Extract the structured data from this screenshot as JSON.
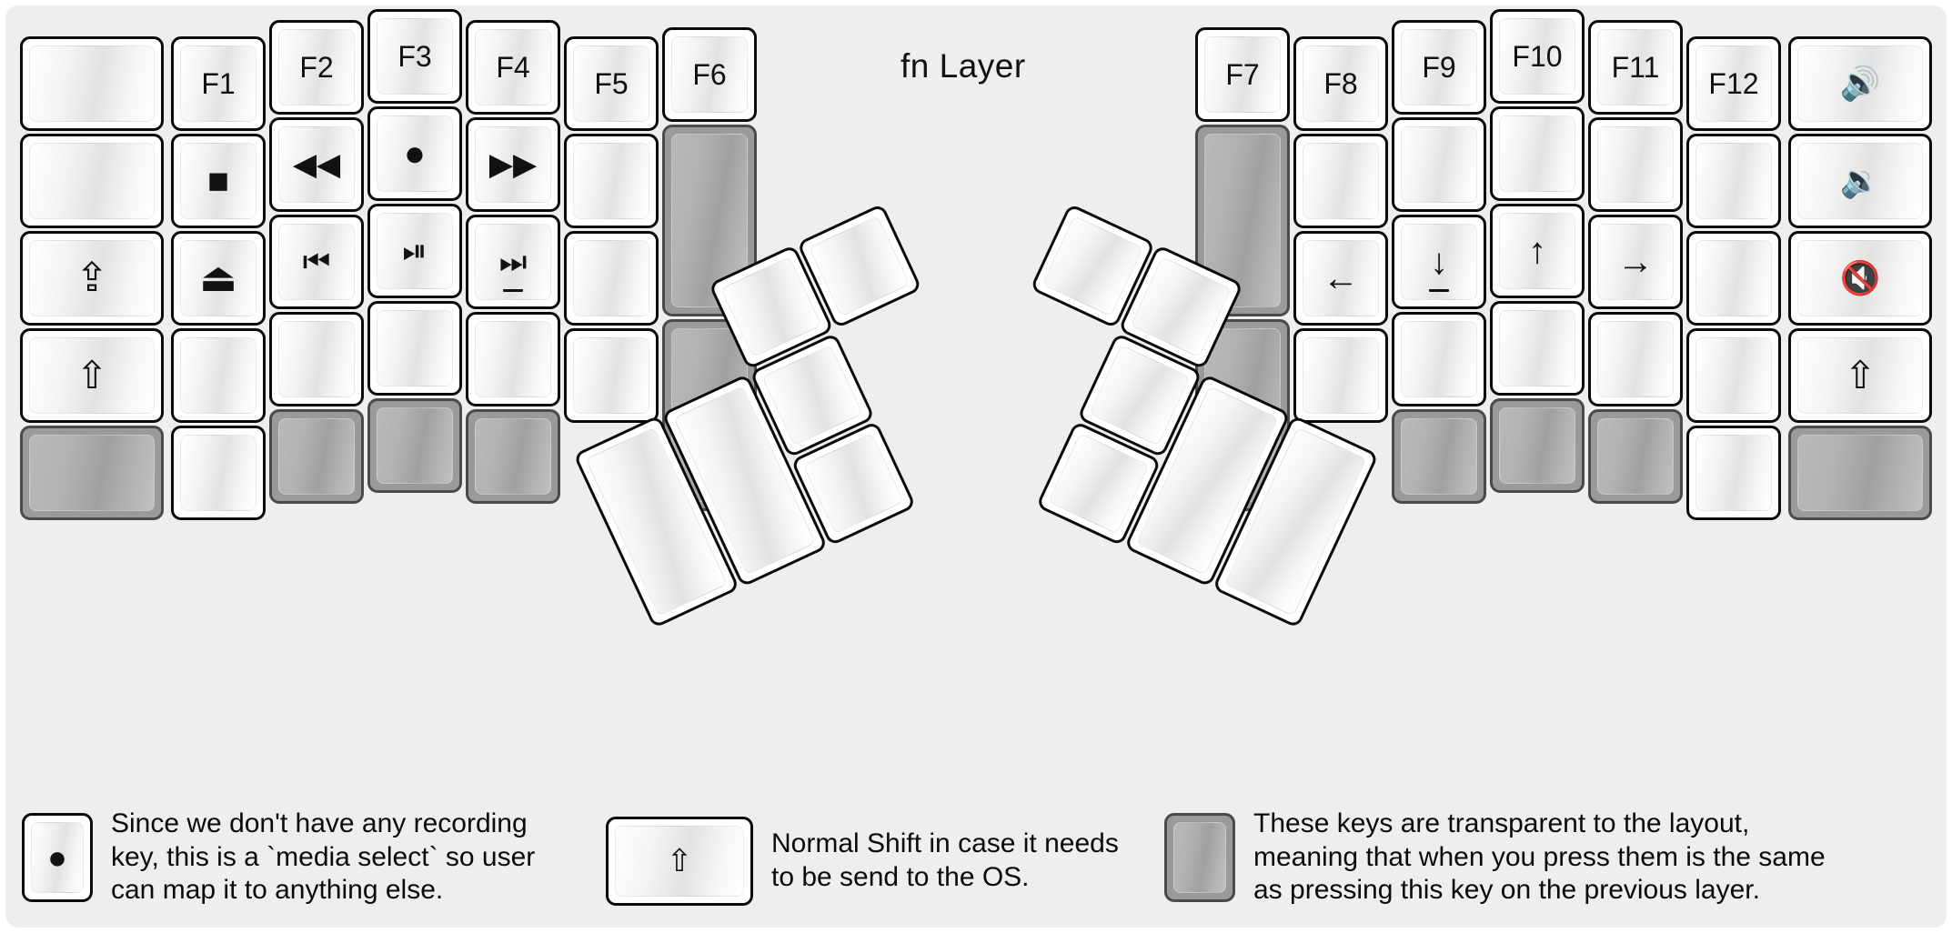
{
  "title": "fn Layer",
  "colors": {
    "background": "#eeeeee",
    "page": "#ffffff",
    "key_fill": "#ffffff",
    "key_border": "#0a0a0a",
    "transparent_key_fill": "#9a9a9a",
    "transparent_key_border": "#4a4a4a",
    "text": "#111111"
  },
  "glyphs": {
    "rewind": "◀◀",
    "fast_forward": "▶▶",
    "record": "●",
    "stop": "■",
    "eject": "⏏",
    "prev_track": "⏮",
    "play_pause": "⏯",
    "next_track": "⏭",
    "caps_lock": "⇪",
    "shift": "⇧",
    "arrow_left": "←",
    "arrow_down": "↓",
    "arrow_up": "↑",
    "arrow_right": "→",
    "volume_up": "🔊",
    "volume_down": "🔉",
    "volume_mute": "🔇"
  },
  "left_half": {
    "columns": [
      {
        "name": "column-outer-left",
        "keys": [
          {
            "label": "",
            "icon": "",
            "transparent": false
          },
          {
            "label": "",
            "icon": "",
            "transparent": false
          },
          {
            "label": "",
            "icon": "caps-lock-icon",
            "transparent": false
          },
          {
            "label": "",
            "icon": "shift-icon",
            "transparent": false
          },
          {
            "label": "",
            "icon": "",
            "transparent": true
          }
        ]
      },
      {
        "name": "column-f1",
        "keys": [
          {
            "label": "F1",
            "icon": "",
            "transparent": false
          },
          {
            "label": "",
            "icon": "stop-icon",
            "transparent": false
          },
          {
            "label": "",
            "icon": "eject-icon",
            "transparent": false
          },
          {
            "label": "",
            "icon": "",
            "transparent": false
          },
          {
            "label": "",
            "icon": "",
            "transparent": false
          }
        ]
      },
      {
        "name": "column-f2",
        "keys": [
          {
            "label": "F2",
            "icon": "",
            "transparent": false
          },
          {
            "label": "",
            "icon": "rewind-icon",
            "transparent": false
          },
          {
            "label": "",
            "icon": "prev-track-icon",
            "transparent": false
          },
          {
            "label": "",
            "icon": "",
            "transparent": false
          },
          {
            "label": "",
            "icon": "",
            "transparent": true
          }
        ]
      },
      {
        "name": "column-f3",
        "keys": [
          {
            "label": "F3",
            "icon": "",
            "transparent": false
          },
          {
            "label": "",
            "icon": "record-icon",
            "transparent": false
          },
          {
            "label": "",
            "icon": "play-pause-icon",
            "transparent": false
          },
          {
            "label": "",
            "icon": "",
            "transparent": false
          },
          {
            "label": "",
            "icon": "",
            "transparent": true
          }
        ]
      },
      {
        "name": "column-f4",
        "keys": [
          {
            "label": "F4",
            "icon": "",
            "transparent": false
          },
          {
            "label": "",
            "icon": "fast-forward-icon",
            "transparent": false
          },
          {
            "label": "",
            "icon": "next-track-icon",
            "transparent": false
          },
          {
            "label": "",
            "icon": "",
            "transparent": false
          },
          {
            "label": "",
            "icon": "",
            "transparent": true
          }
        ]
      },
      {
        "name": "column-f5",
        "keys": [
          {
            "label": "F5",
            "icon": "",
            "transparent": false
          },
          {
            "label": "",
            "icon": "",
            "transparent": false
          },
          {
            "label": "",
            "icon": "",
            "transparent": false
          },
          {
            "label": "",
            "icon": "",
            "transparent": false
          }
        ]
      },
      {
        "name": "column-f6",
        "keys": [
          {
            "label": "F6",
            "icon": "",
            "transparent": false
          },
          {
            "label": "",
            "icon": "",
            "transparent": true
          },
          {
            "label": "",
            "icon": "",
            "transparent": true
          }
        ]
      }
    ],
    "thumb_cluster": {
      "name": "left-thumb-cluster",
      "rotation_deg": -25,
      "keys": [
        {
          "label": "",
          "icon": "",
          "transparent": false,
          "size": "2u-tall"
        },
        {
          "label": "",
          "icon": "",
          "transparent": false,
          "size": "2u-tall"
        },
        {
          "label": "",
          "icon": "",
          "transparent": false,
          "size": "1u"
        },
        {
          "label": "",
          "icon": "",
          "transparent": false,
          "size": "1u"
        },
        {
          "label": "",
          "icon": "",
          "transparent": false,
          "size": "1u"
        },
        {
          "label": "",
          "icon": "",
          "transparent": false,
          "size": "1u"
        }
      ]
    }
  },
  "right_half": {
    "columns": [
      {
        "name": "column-f7",
        "keys": [
          {
            "label": "F7",
            "icon": "",
            "transparent": false
          },
          {
            "label": "",
            "icon": "",
            "transparent": true
          },
          {
            "label": "",
            "icon": "",
            "transparent": true
          }
        ]
      },
      {
        "name": "column-f8",
        "keys": [
          {
            "label": "F8",
            "icon": "",
            "transparent": false
          },
          {
            "label": "",
            "icon": "",
            "transparent": false
          },
          {
            "label": "",
            "icon": "arrow-left-icon",
            "transparent": false
          },
          {
            "label": "",
            "icon": "",
            "transparent": false
          }
        ]
      },
      {
        "name": "column-f9",
        "keys": [
          {
            "label": "F9",
            "icon": "",
            "transparent": false
          },
          {
            "label": "",
            "icon": "",
            "transparent": false
          },
          {
            "label": "",
            "icon": "arrow-down-icon",
            "transparent": false
          },
          {
            "label": "",
            "icon": "",
            "transparent": false
          },
          {
            "label": "",
            "icon": "",
            "transparent": true
          }
        ]
      },
      {
        "name": "column-f10",
        "keys": [
          {
            "label": "F10",
            "icon": "",
            "transparent": false
          },
          {
            "label": "",
            "icon": "",
            "transparent": false
          },
          {
            "label": "",
            "icon": "arrow-up-icon",
            "transparent": false
          },
          {
            "label": "",
            "icon": "",
            "transparent": false
          },
          {
            "label": "",
            "icon": "",
            "transparent": true
          }
        ]
      },
      {
        "name": "column-f11",
        "keys": [
          {
            "label": "F11",
            "icon": "",
            "transparent": false
          },
          {
            "label": "",
            "icon": "",
            "transparent": false
          },
          {
            "label": "",
            "icon": "arrow-right-icon",
            "transparent": false
          },
          {
            "label": "",
            "icon": "",
            "transparent": false
          },
          {
            "label": "",
            "icon": "",
            "transparent": true
          }
        ]
      },
      {
        "name": "column-f12",
        "keys": [
          {
            "label": "F12",
            "icon": "",
            "transparent": false
          },
          {
            "label": "",
            "icon": "",
            "transparent": false
          },
          {
            "label": "",
            "icon": "",
            "transparent": false
          },
          {
            "label": "",
            "icon": "",
            "transparent": false
          },
          {
            "label": "",
            "icon": "",
            "transparent": false
          }
        ]
      },
      {
        "name": "column-outer-right",
        "keys": [
          {
            "label": "",
            "icon": "volume-up-icon",
            "transparent": false
          },
          {
            "label": "",
            "icon": "volume-down-icon",
            "transparent": false
          },
          {
            "label": "",
            "icon": "volume-mute-icon",
            "transparent": false
          },
          {
            "label": "",
            "icon": "shift-icon",
            "transparent": false
          },
          {
            "label": "",
            "icon": "",
            "transparent": true
          }
        ]
      }
    ],
    "thumb_cluster": {
      "name": "right-thumb-cluster",
      "rotation_deg": 25,
      "keys": [
        {
          "label": "",
          "icon": "",
          "transparent": false,
          "size": "2u-tall"
        },
        {
          "label": "",
          "icon": "",
          "transparent": false,
          "size": "2u-tall"
        },
        {
          "label": "",
          "icon": "",
          "transparent": false,
          "size": "1u"
        },
        {
          "label": "",
          "icon": "",
          "transparent": false,
          "size": "1u"
        },
        {
          "label": "",
          "icon": "",
          "transparent": false,
          "size": "1u"
        },
        {
          "label": "",
          "icon": "",
          "transparent": false,
          "size": "1u"
        }
      ]
    }
  },
  "legends": [
    {
      "name": "legend-record",
      "icon": "record-icon",
      "transparent": false,
      "text": "Since we don't have any recording\nkey, this is a `media select` so user\ncan map it to anything else."
    },
    {
      "name": "legend-shift",
      "icon": "shift-icon",
      "transparent": false,
      "text": "Normal Shift in case it needs\nto be send to the OS."
    },
    {
      "name": "legend-transparent",
      "icon": "",
      "transparent": true,
      "text": "These keys are transparent to the layout,\nmeaning that when you press them is the same\nas pressing this key on the previous layer."
    }
  ]
}
